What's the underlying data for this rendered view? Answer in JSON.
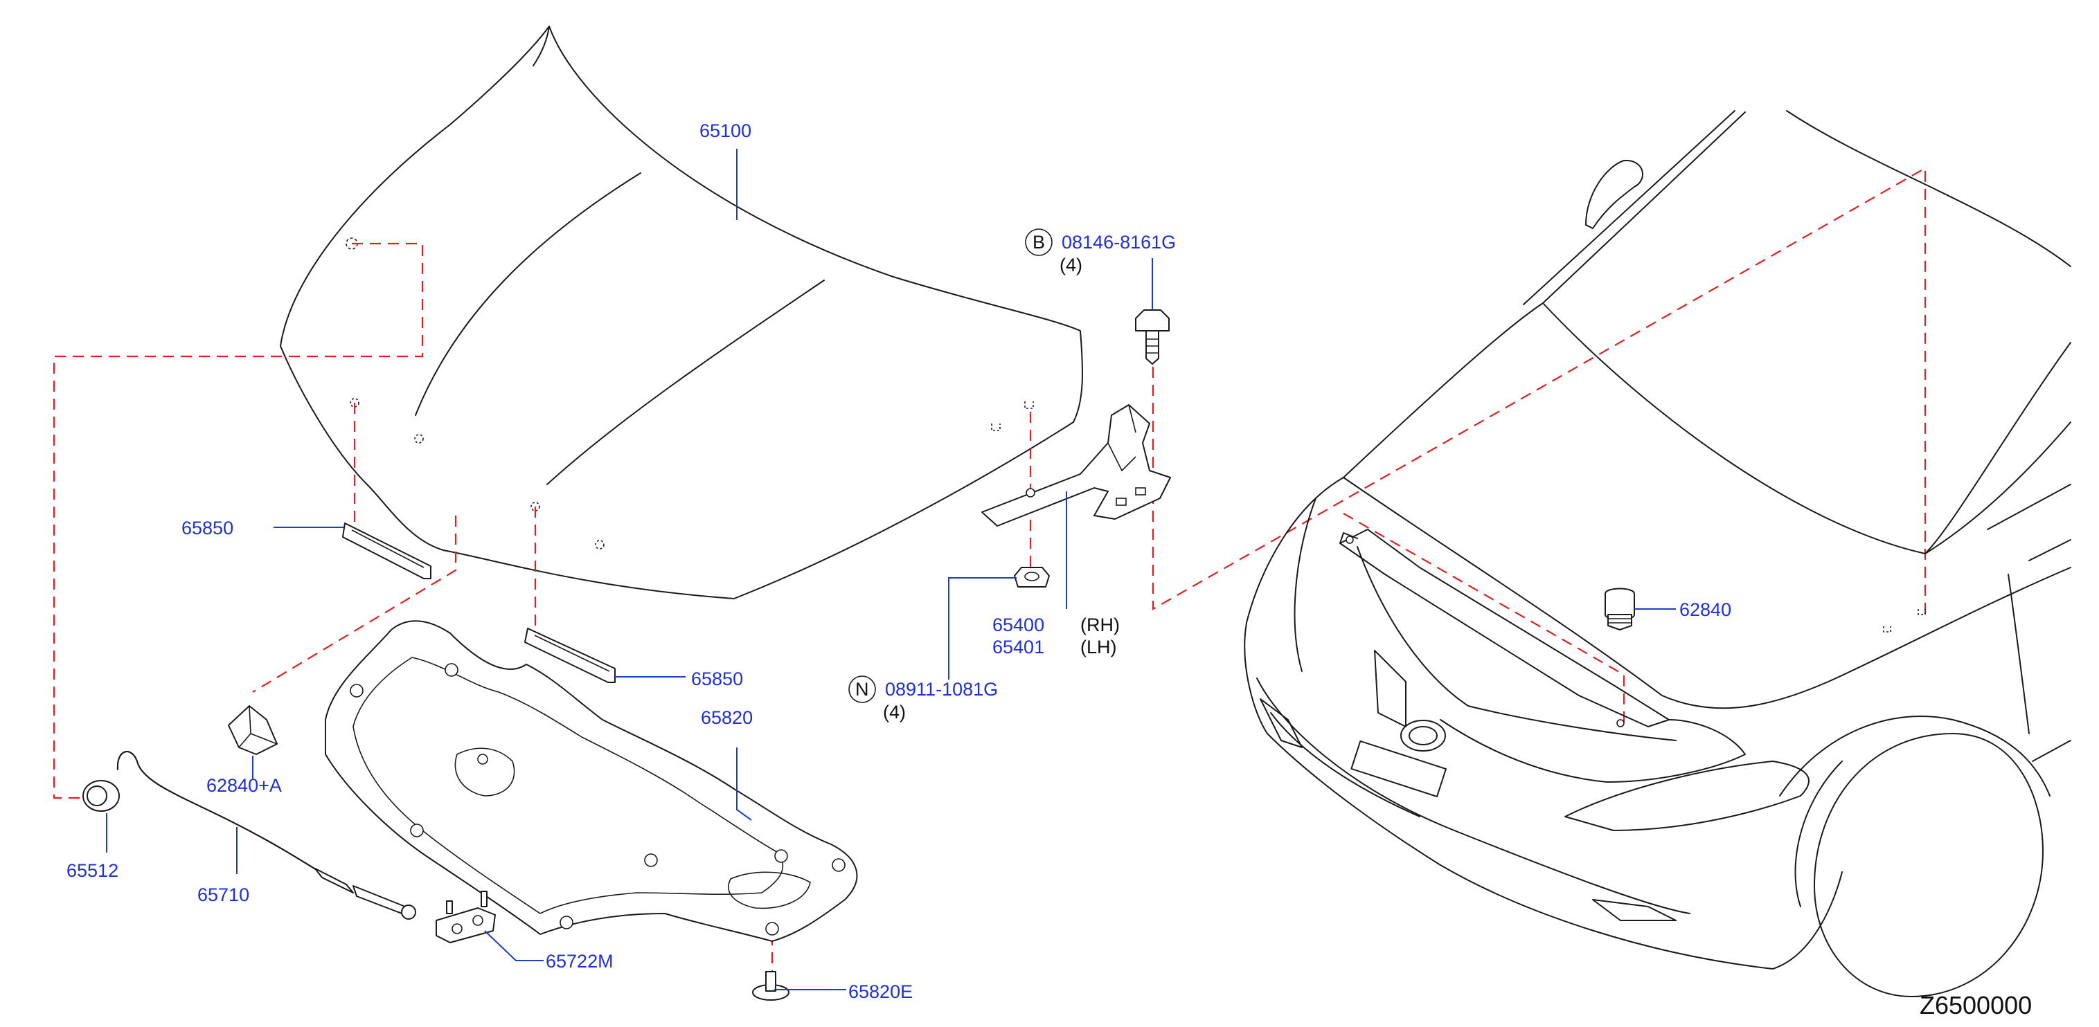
{
  "diagram": {
    "code": "Z6500000",
    "parts": {
      "hood": "65100",
      "hood_seal_left": "65850",
      "hood_seal_center": "65850",
      "insulator": "65820",
      "insulator_clip": "65820E",
      "bumper_rubber": "65512",
      "hood_rod": "65710",
      "rod_holder": "65722M",
      "hood_stop_a": "62840+A",
      "hood_stop": "62840",
      "hinge_rh": "65400",
      "hinge_lh": "65401",
      "bolt": "08146-8161G",
      "nut": "08911-1081G"
    },
    "annotations": {
      "rh": "(RH)",
      "lh": "(LH)",
      "bolt_prefix": "B",
      "bolt_qty": "(4)",
      "nut_prefix": "N",
      "nut_qty": "(4)"
    },
    "colors": {
      "label": "#1f2fd6",
      "dash": "#e02020",
      "line": "#1a1a1a"
    }
  }
}
